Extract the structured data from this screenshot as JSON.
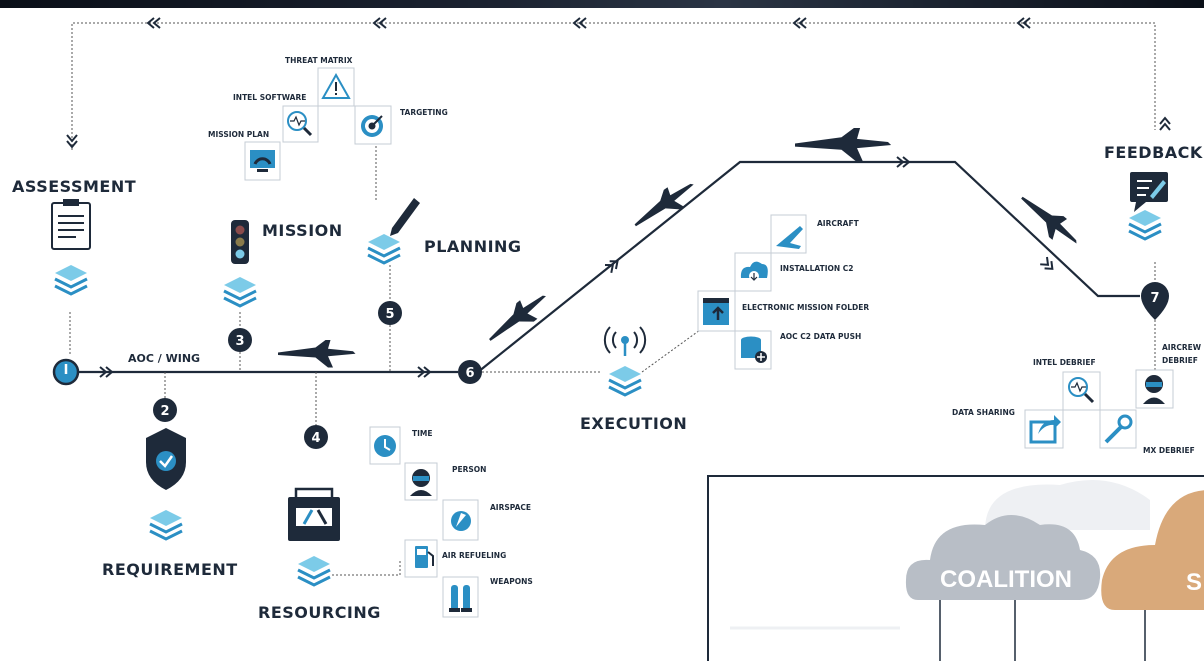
{
  "stages": {
    "assessment": "ASSESSMENT",
    "mission": "MISSION",
    "planning": "PLANNING",
    "requirement": "REQUIREMENT",
    "resourcing": "RESOURCING",
    "execution": "EXECUTION",
    "feedback": "FEEDBACK",
    "aoc_wing": "AOC / WING"
  },
  "step_numbers": [
    "2",
    "3",
    "4",
    "5",
    "6",
    "7"
  ],
  "planning_items": [
    "THREAT MATRIX",
    "INTEL SOFTWARE",
    "TARGETING",
    "MISSION PLAN"
  ],
  "execution_items": [
    "AIRCRAFT",
    "INSTALLATION C2",
    "ELECTRONIC MISSION FOLDER",
    "AOC C2 DATA PUSH"
  ],
  "resourcing_items": [
    "TIME",
    "PERSON",
    "AIRSPACE",
    "AIR REFUELING",
    "WEAPONS"
  ],
  "feedback_items": {
    "intel_debrief": "INTEL DEBRIEF",
    "aircrew_debrief_1": "AIRCREW",
    "aircrew_debrief_2": "DEBRIEF",
    "data_sharing": "DATA SHARING",
    "mx_debrief": "MX DEBRIEF"
  },
  "clouds": {
    "coalition": "COALITION",
    "second": "S"
  },
  "colors": {
    "navy": "#1e2a3a",
    "accent_blue": "#2b8fc4",
    "light_blue": "#7ccbe8",
    "coalition_cloud": "#b8bec6",
    "orange_cloud": "#d9a97a"
  }
}
